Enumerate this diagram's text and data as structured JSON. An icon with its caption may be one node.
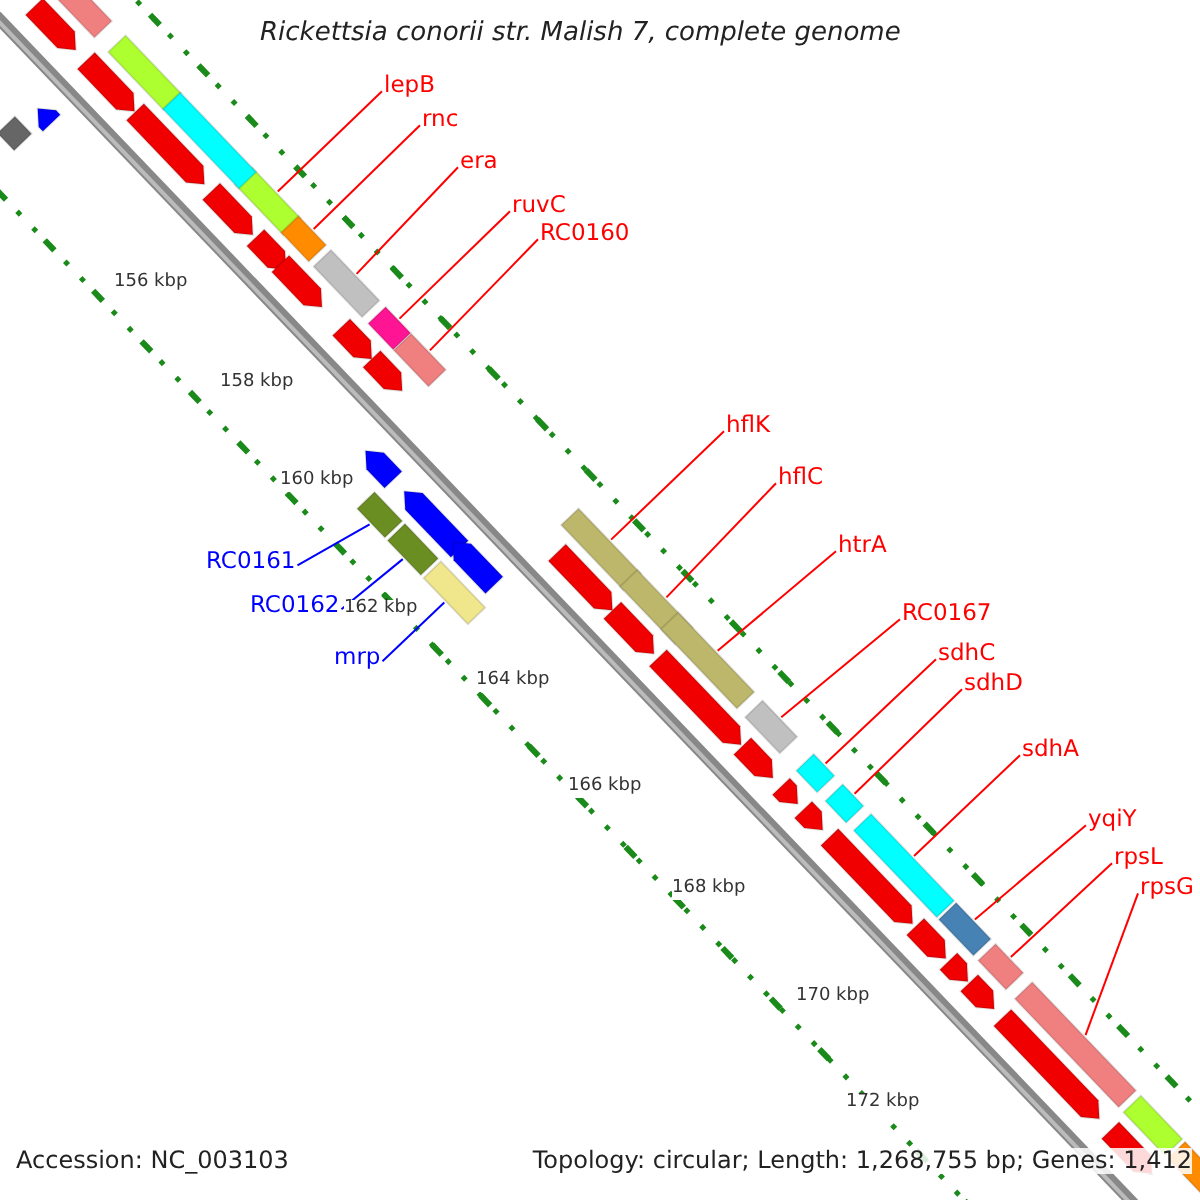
{
  "diagram": {
    "title": "Rickettsia conorii str. Malish 7, complete genome",
    "nodes": [
      {
        "text": [
          "lepB"
        ]
      },
      {
        "text": [],
        "shape": "bar"
      },
      {
        "text": [
          "rnc"
        ]
      },
      {
        "text": [],
        "shape": "bar"
      },
      {
        "text": [
          "era"
        ]
      },
      {
        "text": [],
        "shape": "bar"
      },
      {
        "text": [
          "ruvC"
        ]
      },
      {
        "text": [],
        "shape": "bar"
      },
      {
        "text": [
          "RC0160"
        ]
      },
      {
        "text": [],
        "shape": "bar"
      },
      {
        "text": [
          "RC0161"
        ]
      },
      {
        "text": [],
        "shape": "bar"
      },
      {
        "text": [
          "RC0162"
        ]
      },
      {
        "text": [],
        "shape": "bar"
      },
      {
        "text": [
          "mrp"
        ]
      },
      {
        "text": [],
        "shape": "bar"
      },
      {
        "text": [
          "hflK"
        ]
      },
      {
        "text": [],
        "shape": "bar"
      },
      {
        "text": [
          "hflC"
        ]
      },
      {
        "text": [],
        "shape": "bar"
      },
      {
        "text": [
          "htrA"
        ]
      },
      {
        "text": [],
        "shape": "bar"
      },
      {
        "text": [
          "RC0167"
        ]
      },
      {
        "text": [],
        "shape": "bar"
      },
      {
        "text": [
          "sdhC"
        ]
      },
      {
        "text": [],
        "shape": "bar"
      },
      {
        "text": [
          "sdhD"
        ]
      },
      {
        "text": [],
        "shape": "bar"
      },
      {
        "text": [
          "sdhA"
        ]
      },
      {
        "text": [],
        "shape": "bar"
      },
      {
        "text": [
          "yqiY"
        ]
      },
      {
        "text": [],
        "shape": "bar"
      },
      {
        "text": [
          "rpsL"
        ]
      },
      {
        "text": [],
        "shape": "bar"
      },
      {
        "text": [
          "rpsG"
        ]
      },
      {
        "text": [],
        "shape": "bar"
      },
      {
        "text": [],
        "shape": "arrow"
      },
      {
        "text": [],
        "shape": "bar"
      },
      {
        "text": [],
        "shape": "bar"
      },
      {
        "text": [],
        "shape": "arrow"
      },
      {
        "text": [],
        "shape": "arrow"
      },
      {
        "text": [],
        "shape": "bar"
      },
      {
        "text": [],
        "shape": "arrow"
      },
      {
        "text": [],
        "shape": "bar"
      },
      {
        "text": [],
        "shape": "arrow"
      },
      {
        "text": [],
        "shape": "arrow"
      },
      {
        "text": [],
        "shape": "arrow"
      },
      {
        "text": [],
        "shape": "arrow"
      },
      {
        "text": [],
        "shape": "arrow"
      },
      {
        "text": [],
        "shape": "arrow"
      },
      {
        "text": [],
        "shape": "arrow"
      },
      {
        "text": [],
        "shape": "arrow"
      },
      {
        "text": [],
        "shape": "arrow"
      },
      {
        "text": [],
        "shape": "arrow"
      },
      {
        "text": [],
        "shape": "arrow"
      },
      {
        "text": [],
        "shape": "arrow"
      },
      {
        "text": [],
        "shape": "arrow"
      },
      {
        "text": [],
        "shape": "arrow"
      },
      {
        "text": [],
        "shape": "arrow"
      },
      {
        "text": [],
        "shape": "arrow"
      },
      {
        "text": [],
        "shape": "arrow"
      },
      {
        "text": [],
        "shape": "arrow"
      },
      {
        "text": [],
        "shape": "arrow"
      },
      {
        "text": [],
        "shape": "bar"
      },
      {
        "text": [],
        "shape": "arrow"
      },
      {
        "text": [],
        "shape": "bar"
      }
    ],
    "edges": [
      {
        "from": 0,
        "to": 1,
        "arrow": "none",
        "color": "#ff0000"
      },
      {
        "from": 2,
        "to": 3,
        "arrow": "none",
        "color": "#ff0000"
      },
      {
        "from": 4,
        "to": 5,
        "arrow": "none",
        "color": "#ff0000"
      },
      {
        "from": 6,
        "to": 7,
        "arrow": "none",
        "color": "#ff0000"
      },
      {
        "from": 8,
        "to": 9,
        "arrow": "none",
        "color": "#ff0000"
      },
      {
        "from": 10,
        "to": 11,
        "arrow": "none",
        "color": "#0000ff"
      },
      {
        "from": 12,
        "to": 13,
        "arrow": "none",
        "color": "#0000ff"
      },
      {
        "from": 14,
        "to": 15,
        "arrow": "none",
        "color": "#0000ff"
      },
      {
        "from": 16,
        "to": 17,
        "arrow": "none",
        "color": "#ff0000"
      },
      {
        "from": 18,
        "to": 19,
        "arrow": "none",
        "color": "#ff0000"
      },
      {
        "from": 20,
        "to": 21,
        "arrow": "none",
        "color": "#ff0000"
      },
      {
        "from": 22,
        "to": 23,
        "arrow": "none",
        "color": "#ff0000"
      },
      {
        "from": 24,
        "to": 25,
        "arrow": "none",
        "color": "#ff0000"
      },
      {
        "from": 26,
        "to": 27,
        "arrow": "none",
        "color": "#ff0000"
      },
      {
        "from": 28,
        "to": 29,
        "arrow": "none",
        "color": "#ff0000"
      },
      {
        "from": 30,
        "to": 31,
        "arrow": "none",
        "color": "#ff0000"
      },
      {
        "from": 32,
        "to": 33,
        "arrow": "none",
        "color": "#ff0000"
      },
      {
        "from": 34,
        "to": 35,
        "arrow": "none",
        "color": "#ff0000"
      }
    ],
    "labels": [
      "156 kbp",
      "158 kbp",
      "160 kbp",
      "162 kbp",
      "164 kbp",
      "166 kbp",
      "168 kbp",
      "170 kbp",
      "172 kbp",
      "Accession: NC_003103",
      "Topology: circular; Length: 1,268,755 bp; Genes: 1,412"
    ]
  }
}
